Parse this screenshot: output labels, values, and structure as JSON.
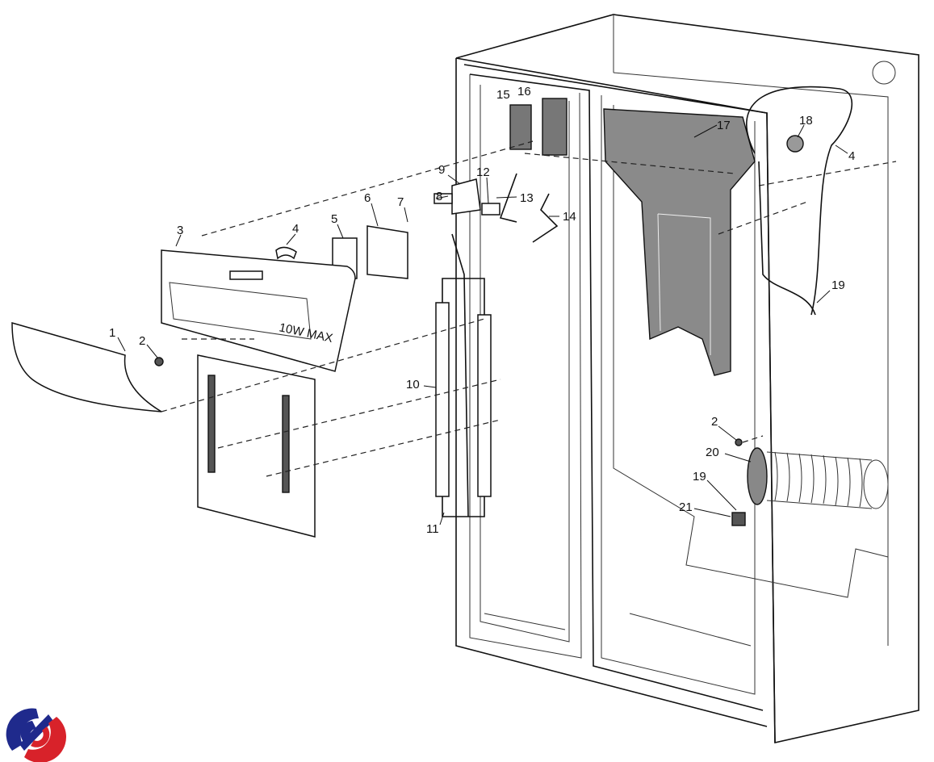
{
  "diagram": {
    "panel_text": "10W MAX",
    "callouts": [
      {
        "id": "c1",
        "text": "1"
      },
      {
        "id": "c2a",
        "text": "2"
      },
      {
        "id": "c3",
        "text": "3"
      },
      {
        "id": "c4a",
        "text": "4"
      },
      {
        "id": "c5",
        "text": "5"
      },
      {
        "id": "c6",
        "text": "6"
      },
      {
        "id": "c7",
        "text": "7"
      },
      {
        "id": "c8",
        "text": "8"
      },
      {
        "id": "c9",
        "text": "9"
      },
      {
        "id": "c12",
        "text": "12"
      },
      {
        "id": "c13",
        "text": "13"
      },
      {
        "id": "c14",
        "text": "14"
      },
      {
        "id": "c15",
        "text": "15"
      },
      {
        "id": "c16",
        "text": "16"
      },
      {
        "id": "c17",
        "text": "17"
      },
      {
        "id": "c18",
        "text": "18"
      },
      {
        "id": "c4b",
        "text": "4"
      },
      {
        "id": "c19a",
        "text": "19"
      },
      {
        "id": "c10",
        "text": "10"
      },
      {
        "id": "c11",
        "text": "11"
      },
      {
        "id": "c2b",
        "text": "2"
      },
      {
        "id": "c20",
        "text": "20"
      },
      {
        "id": "c19b",
        "text": "19"
      },
      {
        "id": "c21",
        "text": "21"
      }
    ]
  },
  "colors": {
    "logo_blue": "#1f2a8c",
    "logo_red": "#d8222a"
  }
}
